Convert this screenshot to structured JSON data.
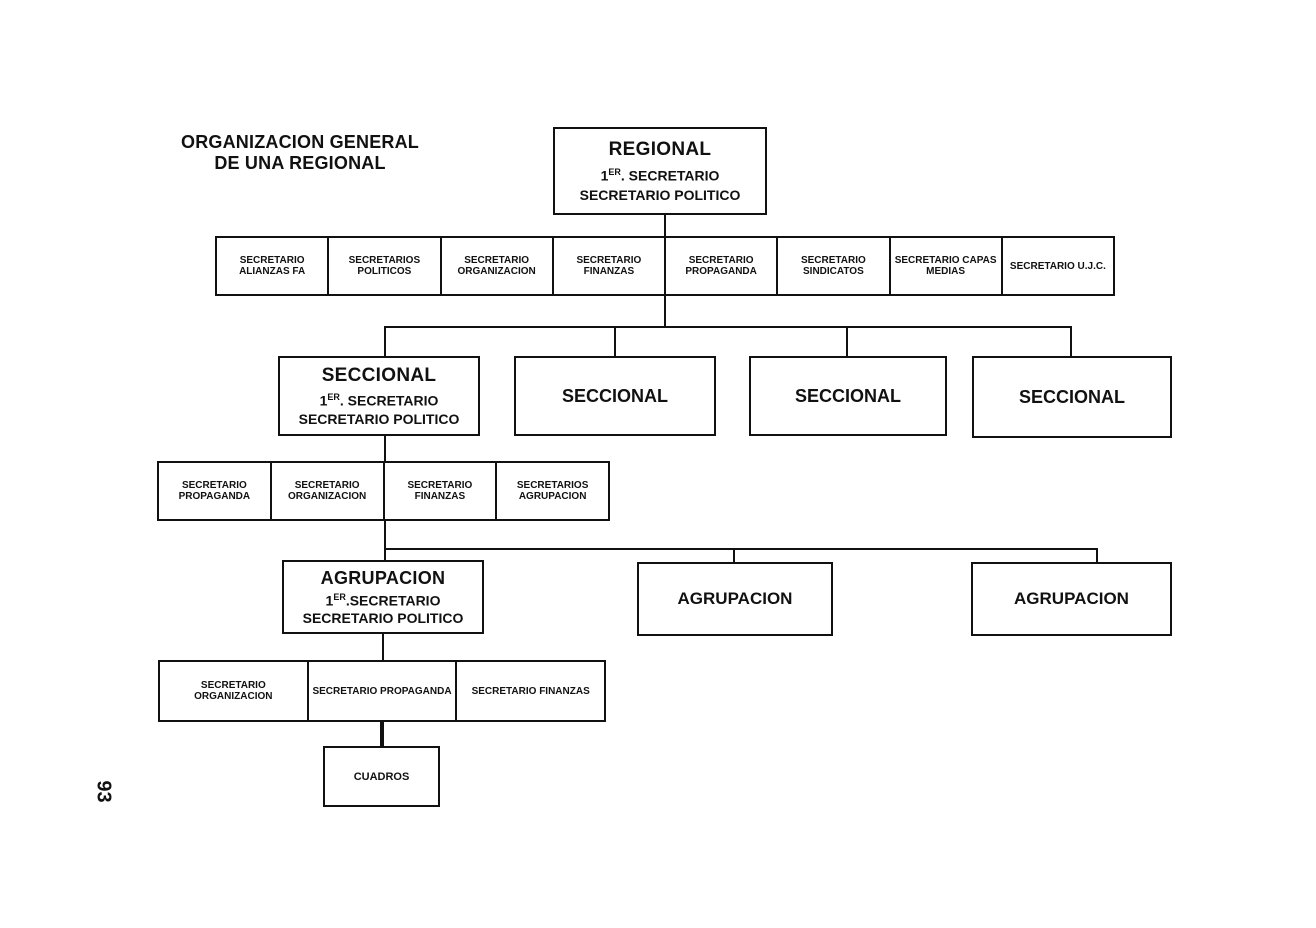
{
  "title": {
    "line1": "ORGANIZACION GENERAL",
    "line2": "DE UNA REGIONAL"
  },
  "regional": {
    "heading": "REGIONAL",
    "line1_prefix": "1",
    "line1_sup": "ER",
    "line1_suffix": ". SECRETARIO",
    "line2": "SECRETARIO POLITICO"
  },
  "regional_secretaries": [
    "SECRETARIO ALIANZAS FA",
    "SECRETARIOS POLITICOS",
    "SECRETARIO ORGANIZACION",
    "SECRETARIO FINANZAS",
    "SECRETARIO PROPAGANDA",
    "SECRETARIO SINDICATOS",
    "SECRETARIO CAPAS MEDIAS",
    "SECRETARIO U.J.C."
  ],
  "seccional_main": {
    "heading": "SECCIONAL",
    "line1_prefix": "1",
    "line1_sup": "ER",
    "line1_suffix": ". SECRETARIO",
    "line2": "SECRETARIO POLITICO"
  },
  "seccional_others": [
    "SECCIONAL",
    "SECCIONAL",
    "SECCIONAL"
  ],
  "seccional_secretaries": [
    "SECRETARIO PROPAGANDA",
    "SECRETARIO ORGANIZACION",
    "SECRETARIO FINANZAS",
    "SECRETARIOS AGRUPACION"
  ],
  "agrupacion_main": {
    "heading": "AGRUPACION",
    "line1_prefix": "1",
    "line1_sup": "ER",
    "line1_suffix": ".SECRETARIO",
    "line2": "SECRETARIO POLITICO"
  },
  "agrupacion_others": [
    "AGRUPACION",
    "AGRUPACION"
  ],
  "agrupacion_secretaries": [
    "SECRETARIO ORGANIZACION",
    "SECRETARIO PROPAGANDA",
    "SECRETARIO FINANZAS"
  ],
  "cuadros": "CUADROS",
  "page_number": "93"
}
